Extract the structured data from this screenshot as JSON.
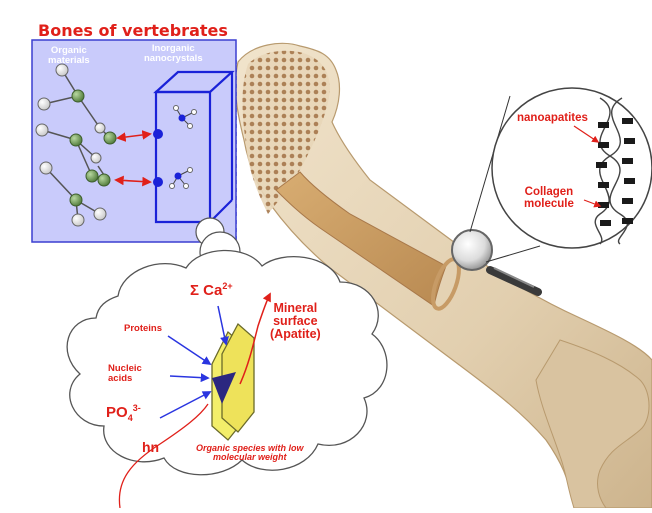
{
  "title": "Bones of vertebrates",
  "panel": {
    "organic_materials": "Organic\nmaterials",
    "inorganic_nanocrystals": "Inorganic\nnanocrystals"
  },
  "zoom": {
    "nanoapatites": "nanoapatites",
    "collagen": "Collagen\nmolecule"
  },
  "cloud": {
    "ca_sum": "Σ Ca",
    "ca_charge": "2+",
    "mineral_surface": "Mineral\nsurface\n(Apatite)",
    "proteins": "Proteins",
    "nucleic_acids": "Nucleic\nacids",
    "po4": "PO",
    "po4_sub": "4",
    "po4_charge": "3-",
    "hn": "hn",
    "organic_species": "Organic species with low\nmolecular weight"
  },
  "colors": {
    "label_red": "#e0201a",
    "panel_fill": "#c9cbfb",
    "panel_border": "#3b3fd0",
    "crystal_blue": "#1a22d8",
    "arrow_blue": "#2a35e0",
    "bone_base": "#eadbc2",
    "marrow": "#c99a5e",
    "crystal_yellow": "#f3ee6a"
  }
}
